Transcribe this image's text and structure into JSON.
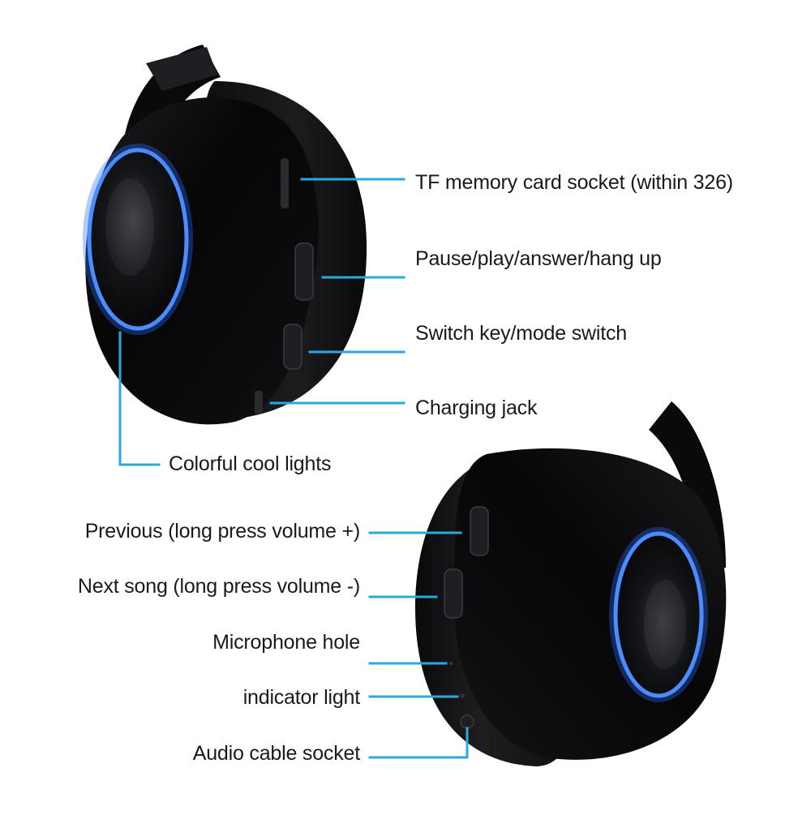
{
  "colors": {
    "leader_line": "#2aa9e0",
    "headphone_body": "#0b0b0d",
    "earpad": "#151517",
    "led_ring": "#3f7fff",
    "background": "#ffffff"
  },
  "top_headphone": {
    "name": "top-ear-cup",
    "callouts": [
      {
        "id": "tf-card",
        "label": "TF memory card socket (within 326)"
      },
      {
        "id": "pause-play",
        "label": "Pause/play/answer/hang up"
      },
      {
        "id": "switch-key",
        "label": "Switch key/mode switch"
      },
      {
        "id": "charging-jack",
        "label": "Charging jack"
      },
      {
        "id": "cool-lights",
        "label": "Colorful cool lights"
      }
    ]
  },
  "bottom_headphone": {
    "name": "bottom-ear-cup",
    "callouts": [
      {
        "id": "previous",
        "label": "Previous (long press volume +)"
      },
      {
        "id": "next-song",
        "label": "Next song (long press volume -)"
      },
      {
        "id": "mic-hole",
        "label": "Microphone hole"
      },
      {
        "id": "indicator",
        "label": "indicator light"
      },
      {
        "id": "audio-socket",
        "label": "Audio cable socket"
      }
    ]
  }
}
